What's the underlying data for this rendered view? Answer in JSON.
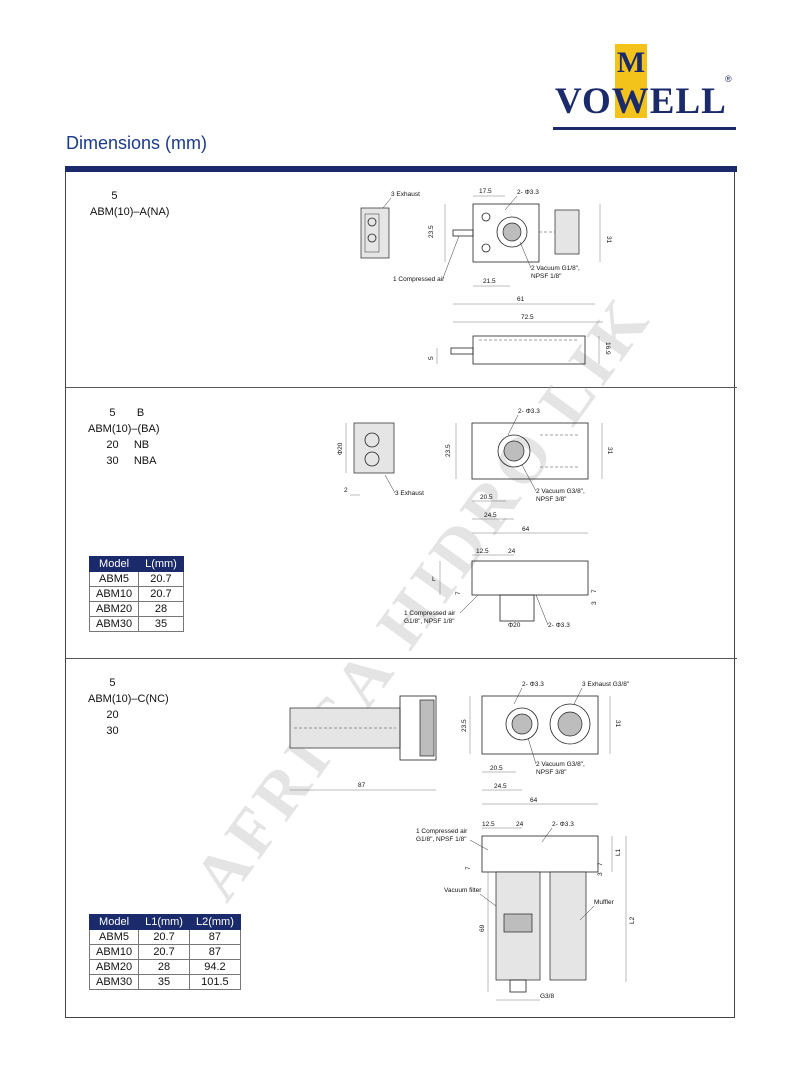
{
  "brand": {
    "logo_letter": "M",
    "logo_text": "VOWELL",
    "registered": "®"
  },
  "heading": "Dimensions (mm)",
  "watermark": "AFRICA HIDRO LIK",
  "sections": [
    {
      "codes": [
        "       5",
        "ABM(10)–A(NA)"
      ],
      "labels": {
        "exhaust": "3 Exhaust",
        "hole": "2- Φ3.3",
        "vacuum_1": "2 Vacuum G1/8\",",
        "vacuum_2": "NPSF 1/8\"",
        "air": "1 Compressed air",
        "d_17_5": "17.5",
        "d_23_5": "23.5",
        "d_31": "31",
        "d_21_5": "21.5",
        "d_61": "61",
        "d_72_5": "72.5",
        "d_5": "5",
        "d_16_9": "16.9"
      }
    },
    {
      "codes": [
        "       5       B",
        "ABM(10)–(BA)",
        "      20     NB",
        "      30     NBA"
      ],
      "labels": {
        "hole": "2- Φ3.3",
        "phi20": "Φ20",
        "d_2": "2",
        "exhaust": "3 Exhaust",
        "d_23_5": "23.5",
        "d_31": "31",
        "vacuum_1": "2 Vacuum G3/8\",",
        "vacuum_2": "NPSF 3/8\"",
        "d_20_5": "20.5",
        "d_24_5": "24.5",
        "d_64": "64",
        "d_12_5": "12.5",
        "d_24": "24",
        "L": "L",
        "d_7": "7",
        "d_3": "3",
        "air_1": "1 Compressed air",
        "air_2": "G1/8\", NPSF 1/8\"",
        "phi20_b": "Φ20",
        "hole_b": "2- Φ3.3"
      },
      "table": {
        "headers": [
          "Model",
          "L(mm)"
        ],
        "rows": [
          [
            "ABM5",
            "20.7"
          ],
          [
            "ABM10",
            "20.7"
          ],
          [
            "ABM20",
            "28"
          ],
          [
            "ABM30",
            "35"
          ]
        ]
      }
    },
    {
      "codes": [
        "       5",
        "ABM(10)–C(NC)",
        "      20",
        "      30"
      ],
      "labels": {
        "d_87": "87",
        "hole": "2- Φ3.3",
        "exhaust": "3 Exhaust  G3/8\"",
        "d_23_5": "23.5",
        "d_31": "31",
        "vacuum_1": "2 Vacuum G3/8\",",
        "vacuum_2": "NPSF 3/8\"",
        "d_20_5": "20.5",
        "d_24_5": "24.5",
        "d_64": "64",
        "air_1": "1 Compressed air",
        "air_2": "G1/8\", NPSF 1/8\"",
        "d_12_5": "12.5",
        "d_24": "24",
        "hole_b": "2- Φ3.3",
        "L1": "L1",
        "d_7": "7",
        "d_3": "3",
        "d_7b": "7",
        "filter": "Vacuum filter",
        "muffler": "Muffler",
        "d_69": "69",
        "L2": "L2",
        "g38": "G3/8"
      },
      "table": {
        "headers": [
          "Model",
          "L1(mm)",
          "L2(mm)"
        ],
        "rows": [
          [
            "ABM5",
            "20.7",
            "87"
          ],
          [
            "ABM10",
            "20.7",
            "87"
          ],
          [
            "ABM20",
            "28",
            "94.2"
          ],
          [
            "ABM30",
            "35",
            "101.5"
          ]
        ]
      }
    }
  ]
}
